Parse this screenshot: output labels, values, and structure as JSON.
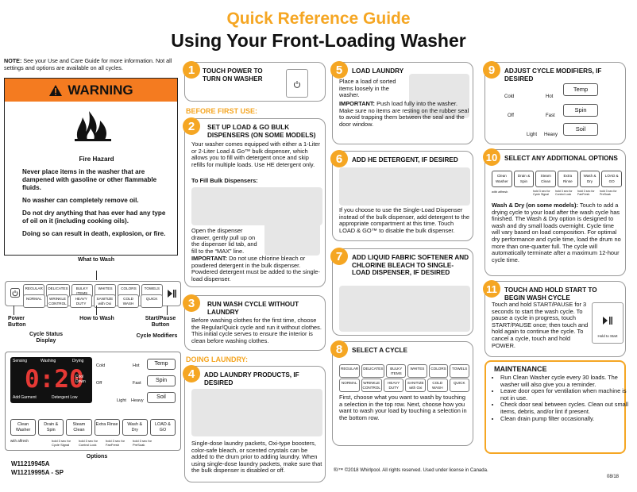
{
  "header": {
    "title1": "Quick Reference Guide",
    "title2": "Using Your Front-Loading Washer"
  },
  "note": {
    "label": "NOTE:",
    "text": "See your Use and Care Guide for more information. Not all settings and options are available on all cycles."
  },
  "warning": {
    "title": "WARNING",
    "fire_hazard": "Fire Hazard",
    "lines": [
      "Never place items in the washer that are dampened with gasoline or other flammable fluids.",
      "No washer can completely remove oil.",
      "Do not dry anything that has ever had any type of oil on it (including cooking oils).",
      "Doing so can result in death, explosion, or fire."
    ]
  },
  "panel": {
    "what_to_wash": "What to Wash",
    "power_button": "Power Button",
    "how_to_wash": "How to Wash",
    "start_pause_button": "Start/Pause Button",
    "cycle_status_display": "Cycle Status Display",
    "cycle_modifiers": "Cycle Modifiers",
    "options": "Options",
    "top_row": [
      "REGULAR",
      "DELICATES",
      "BULKY ITEMS",
      "WHITES",
      "COLORS",
      "TOWELS"
    ],
    "bottom_row": [
      "NORMAL",
      "WRINKLE CONTROL",
      "HEAVY DUTY",
      "SANITIZE with Oxi",
      "COLD WASH",
      "QUICK"
    ],
    "display_labels": [
      "Sensing",
      "Washing",
      "Drying",
      "Cool Down",
      "Add Garment",
      "Detergent Low"
    ],
    "display_time": "0:20",
    "modifiers": {
      "temp": "Temp",
      "spin": "Spin",
      "soil": "Soil",
      "cold": "Cold",
      "hot": "Hot",
      "off": "Off",
      "fast": "Fast",
      "light": "Light",
      "heavy": "Heavy"
    },
    "option_buttons": [
      "Clean Washer",
      "Drain & Spin",
      "Steam Clean",
      "Extra Rinse",
      "Wash & Dry",
      "LOAD & GO"
    ],
    "option_hints": [
      "hold 3 sec for Cycle Signal",
      "hold 3 sec for Control Lock",
      "hold 3 sec for FanFresh",
      "hold 3 sec for PreSoak"
    ],
    "brand": "with affresh"
  },
  "model_numbers": [
    "W11219945A",
    "W11219995A - SP"
  ],
  "steps": {
    "s1": {
      "num": "1",
      "head": "TOUCH POWER TO TURN ON WASHER"
    },
    "before_first_use": "BEFORE FIRST USE:",
    "s2": {
      "num": "2",
      "head": "SET UP LOAD & GO BULK DISPENSERS (ON SOME MODELS)",
      "body": "Your washer comes equipped with either a 1-Liter or 2-Liter Load & Go™ bulk dispenser, which allows you to fill with detergent once and skip refills for multiple loads. Use HE detergent only.",
      "sub": "To Fill Bulk Dispensers:",
      "body2": "Open the dispenser drawer, gently pull up on the dispenser lid tab, and fill to the “MAX” line.",
      "imp_label": "IMPORTANT:",
      "imp": "Do not use chlorine bleach or powdered detergent in the bulk dispenser. Powdered detergent must be added to the single-load dispenser."
    },
    "s3": {
      "num": "3",
      "head": "RUN WASH CYCLE WITHOUT LAUNDRY",
      "body": "Before washing clothes for the first time, choose the Regular/Quick cycle and run it without clothes. This initial cycle serves to ensure the interior is clean before washing clothes."
    },
    "doing_laundry": "DOING LAUNDRY:",
    "s4": {
      "num": "4",
      "head": "ADD LAUNDRY PRODUCTS, IF DESIRED",
      "body": "Single-dose laundry packets, Oxi-type boosters, color-safe bleach, or scented crystals can be added to the drum prior to adding laundry. When using single-dose laundry packets, make sure that the bulk dispenser is disabled or off."
    },
    "s5": {
      "num": "5",
      "head": "LOAD LAUNDRY",
      "body": "Place a load of sorted items loosely in the washer.",
      "imp_label": "IMPORTANT:",
      "imp": "Push load fully into the washer. Make sure no items are resting on the rubber seal to avoid trapping them between the seal and the door window."
    },
    "s6": {
      "num": "6",
      "head": "ADD HE DETERGENT, IF DESIRED",
      "body": "If you choose to use the Single-Load Dispenser instead of the bulk dispenser, add detergent to the appropriate compartment at this time. Touch LOAD & GO™ to disable the bulk dispenser."
    },
    "s7": {
      "num": "7",
      "head": "ADD LIQUID FABRIC SOFTENER AND CHLORINE BLEACH TO SINGLE-LOAD DISPENSER, IF DESIRED"
    },
    "s8": {
      "num": "8",
      "head": "SELECT A CYCLE",
      "body": "First, choose what you want to wash by touching a selection in the top row. Next, choose how you want to wash your load by touching a selection in the bottom row."
    },
    "s9": {
      "num": "9",
      "head": "ADJUST CYCLE MODIFIERS, IF DESIRED"
    },
    "s10": {
      "num": "10",
      "head": "SELECT ANY ADDITIONAL OPTIONS",
      "body_label": "Wash & Dry (on some models):",
      "body": "Touch to add a drying cycle to your load after the wash cycle has finished. The Wash & Dry option is designed to wash and dry small loads overnight. Cycle time will vary based on load composition. For optimal dry performance and cycle time, load the drum no more than one-quarter full. The cycle will automatically terminate after a maximum 12-hour cycle time."
    },
    "s11": {
      "num": "11",
      "head": "TOUCH AND HOLD START TO BEGIN WASH CYCLE",
      "body": "Touch and hold START/PAUSE for 3 seconds to start the wash cycle. To pause a cycle in progress, touch START/PAUSE once; then touch and hold again to continue the cycle. To cancel a cycle, touch and hold POWER.",
      "hold_label": "Hold to Start"
    }
  },
  "maintenance": {
    "title": "MAINTENANCE",
    "items": [
      "Run Clean Washer cycle every 30 loads. The washer will also give you a reminder.",
      "Leave door open for ventilation when machine is not in use.",
      "Check door seal between cycles. Clean out small items, debris, and/or lint if present.",
      "Clean drain pump filter occasionally."
    ]
  },
  "footer": {
    "copyright": "®/™ ©2018 Whirlpool. All rights reserved. Used under license in Canada.",
    "date": "08/18"
  },
  "colors": {
    "accent": "#f5a623",
    "warning": "#f47b20"
  }
}
